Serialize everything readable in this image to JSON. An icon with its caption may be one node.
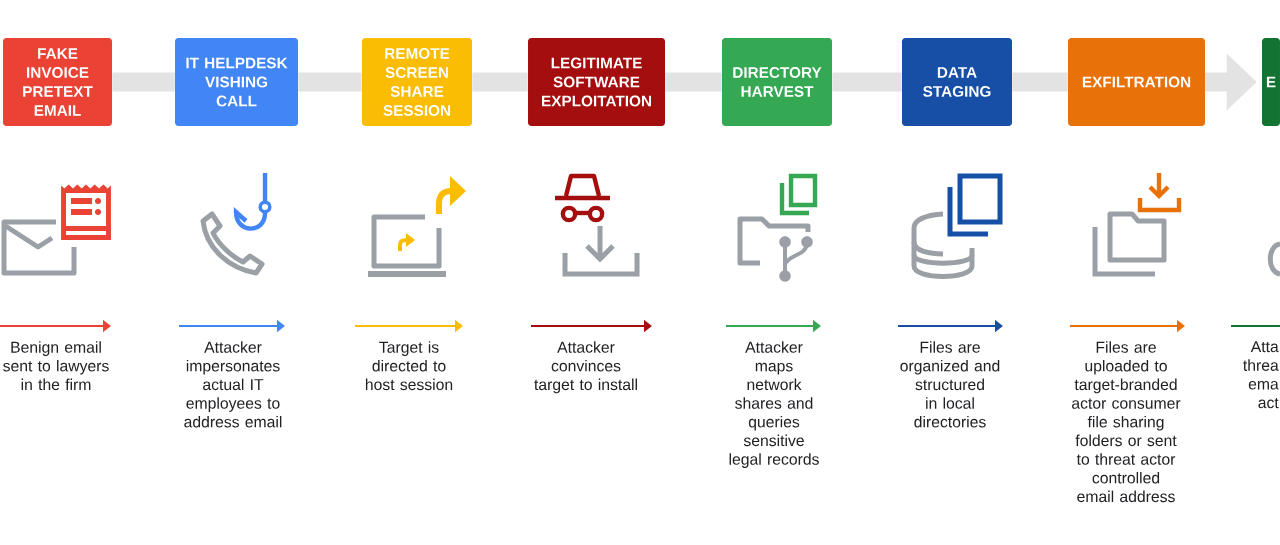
{
  "diagram": {
    "nodes": [
      {
        "text": [
          "FAKE INVOICE PRETEXT EMAIL"
        ]
      },
      {
        "text": [
          "IT HELPDESK VISHING CALL"
        ]
      },
      {
        "text": [
          "REMOTE SCREEN SHARE SESSION"
        ]
      },
      {
        "text": [
          "LEGITIMATE SOFTWARE EXPLOITATION"
        ]
      },
      {
        "text": [
          "DIRECTORY HARVEST"
        ]
      },
      {
        "text": [
          "DATA STAGING"
        ]
      },
      {
        "text": [
          "EXFILTRATION"
        ]
      },
      {
        "text": [
          "E"
        ]
      }
    ],
    "edges": [
      {
        "from": 0,
        "to": 1,
        "arrow": "none"
      },
      {
        "from": 1,
        "to": 2,
        "arrow": "none"
      },
      {
        "from": 2,
        "to": 3,
        "arrow": "none"
      },
      {
        "from": 3,
        "to": 4,
        "arrow": "none"
      },
      {
        "from": 4,
        "to": 5,
        "arrow": "none"
      },
      {
        "from": 5,
        "to": 6,
        "arrow": "none"
      },
      {
        "from": 6,
        "to": 7,
        "arrow": "to"
      }
    ],
    "labels": [
      "Benign email sent to lawyers in the firm",
      "Attacker impersonates actual IT employees to address email",
      "Target is directed to host session",
      "Attacker convinces target to install",
      "Attacker maps network shares and queries sensitive legal records",
      "Files are organized and structured in local directories",
      "Files are uploaded to target-branded actor consumer file sharing folders or sent to threat actor controlled email address",
      "Atta threa ema act"
    ]
  }
}
